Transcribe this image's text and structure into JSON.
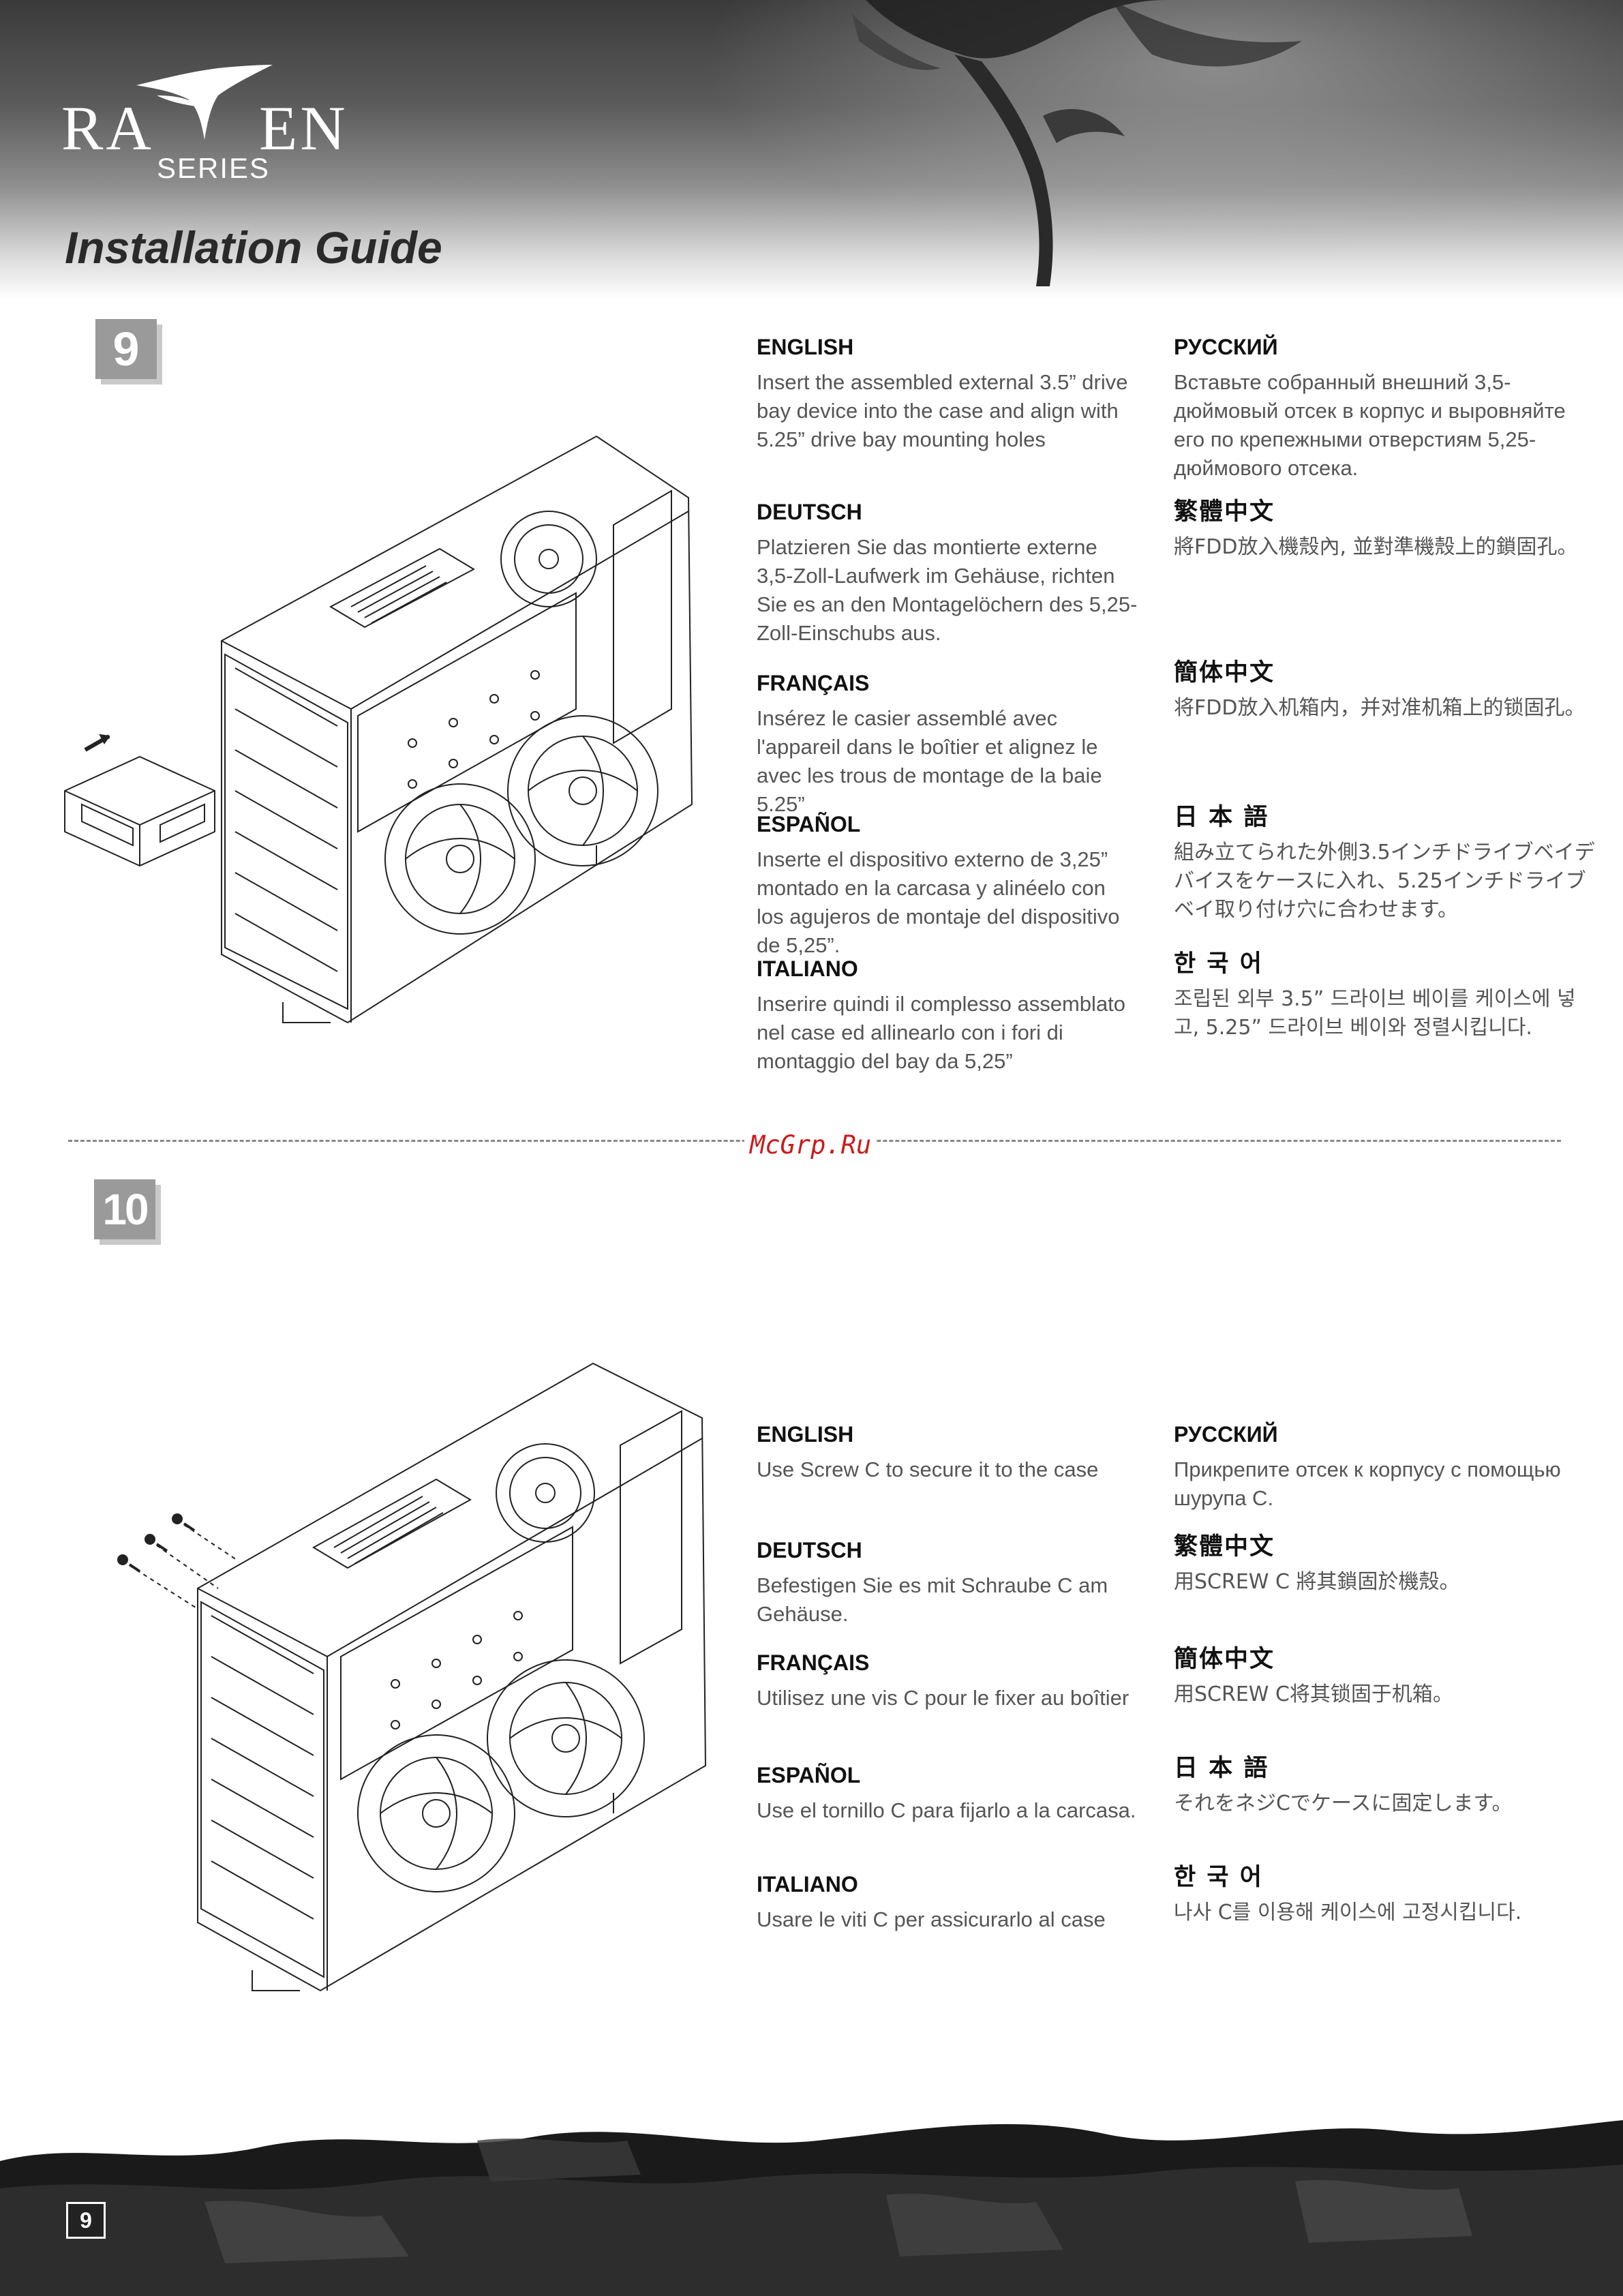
{
  "header": {
    "logo_left": "RA",
    "logo_right": "EN",
    "logo_series": "SERIES",
    "title": "Installation Guide"
  },
  "steps": [
    {
      "number": "9",
      "instructions": {
        "english": {
          "heading": "ENGLISH",
          "text": "Insert the assembled external 3.5” drive bay device into the case and align with 5.25” drive bay mounting holes"
        },
        "deutsch": {
          "heading": "DEUTSCH",
          "text": "Platzieren Sie das montierte externe 3,5-Zoll-Laufwerk im Gehäuse, richten Sie es an den Montagelöchern des 5,25-Zoll-Einschubs aus."
        },
        "francais": {
          "heading": "FRANÇAIS",
          "text": "Insérez le casier assemblé avec l'appareil dans le boîtier  et alignez le avec les trous de montage de la baie 5.25”"
        },
        "espanol": {
          "heading": "ESPAÑOL",
          "text": "Inserte el dispositivo externo de 3,25” montado en la carcasa y alinéelo con los agujeros de montaje del dispositivo de 5,25”."
        },
        "italiano": {
          "heading": "ITALIANO",
          "text": "Inserire quindi il complesso assemblato nel case ed allinearlo con i fori di montaggio del bay da 5,25”"
        },
        "russian": {
          "heading": "РУССКИЙ",
          "text": "Вставьте собранный внешний 3,5-дюймовый отсек в корпус и выровняйте его по крепежными отверстиям 5,25-дюймового отсека."
        },
        "trad_chinese": {
          "heading": "繁體中文",
          "text": "將FDD放入機殼內, 並對準機殼上的鎖固孔。"
        },
        "simp_chinese": {
          "heading": "簡体中文",
          "text": "将FDD放入机箱内，并对准机箱上的锁固孔。"
        },
        "japanese": {
          "heading": "日 本 語",
          "text": "組み立てられた外側3.5インチドライブベイデバイスをケースに入れ、5.25インチドライブベイ取り付け穴に合わせます。"
        },
        "korean": {
          "heading": "한 국 어",
          "text": "조립된 외부 3.5” 드라이브 베이를 케이스에 넣고, 5.25” 드라이브 베이와 정렬시킵니다."
        }
      }
    },
    {
      "number": "10",
      "instructions": {
        "english": {
          "heading": "ENGLISH",
          "text": "Use Screw C to secure it to the case"
        },
        "deutsch": {
          "heading": "DEUTSCH",
          "text": "Befestigen Sie es mit Schraube C am Gehäuse."
        },
        "francais": {
          "heading": "FRANÇAIS",
          "text": "Utilisez une vis C pour le fixer au boîtier"
        },
        "espanol": {
          "heading": "ESPAÑOL",
          "text": "Use el tornillo C para fijarlo a la carcasa."
        },
        "italiano": {
          "heading": "ITALIANO",
          "text": "Usare le viti C per assicurarlo al case"
        },
        "russian": {
          "heading": "РУССКИЙ",
          "text": "Прикрепите отсек к корпусу с помощью шурупа C."
        },
        "trad_chinese": {
          "heading": "繁體中文",
          "text": "用SCREW C 將其鎖固於機殼。"
        },
        "simp_chinese": {
          "heading": "簡体中文",
          "text": "用SCREW C将其锁固于机箱。"
        },
        "japanese": {
          "heading": "日 本 語",
          "text": "それをネジCでケースに固定します。"
        },
        "korean": {
          "heading": "한 국 어",
          "text": "나사 C를 이용해 케이스에 고정시킵니다."
        }
      }
    }
  ],
  "watermark": "McGrp.Ru",
  "footer": {
    "page_number": "9"
  }
}
